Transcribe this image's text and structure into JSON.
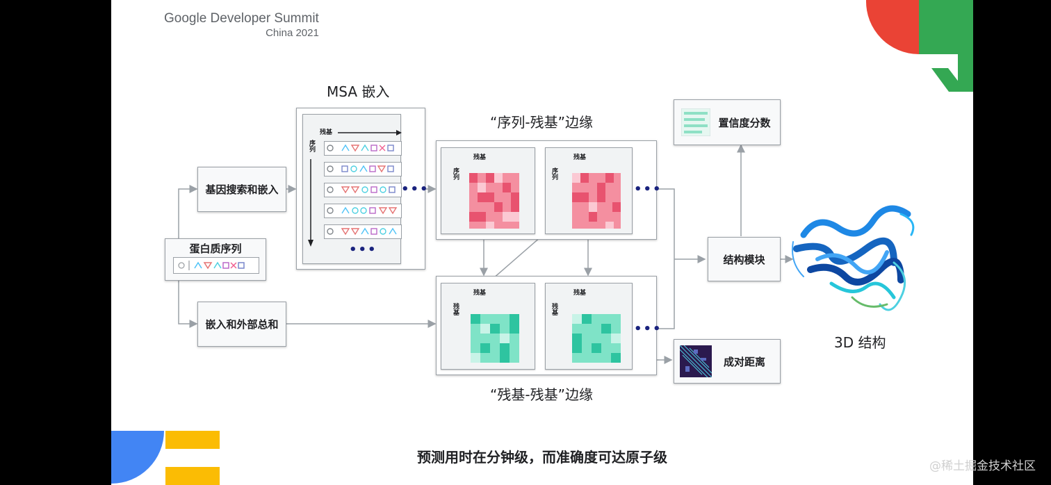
{
  "header": {
    "brand_line1": "Google Developer Summit",
    "brand_line2": "China 2021"
  },
  "brand_colors": {
    "blue": "#4285F4",
    "red": "#EA4335",
    "yellow": "#FBBC04",
    "green": "#34A853"
  },
  "diagram": {
    "msa_title": "MSA 嵌入",
    "pair_title_top": "“序列-残基”边缘",
    "pair_title_bottom": "“残基-残基”边缘",
    "node_gene_search": "基因搜索和嵌入",
    "node_protein_seq": "蛋白质序列",
    "node_embed_sum": "嵌入和外部总和",
    "node_structure_module": "结构模块",
    "node_confidence": "置信度分数",
    "node_pair_distance": "成对距离",
    "label_3d": "3D 结构",
    "axis_residue": "残基",
    "axis_sequence": "序列",
    "ellipsis": "•••"
  },
  "caption": "预测用时在分钟级，而准确度可达原子级",
  "watermark": "@稀土掘金技术社区"
}
